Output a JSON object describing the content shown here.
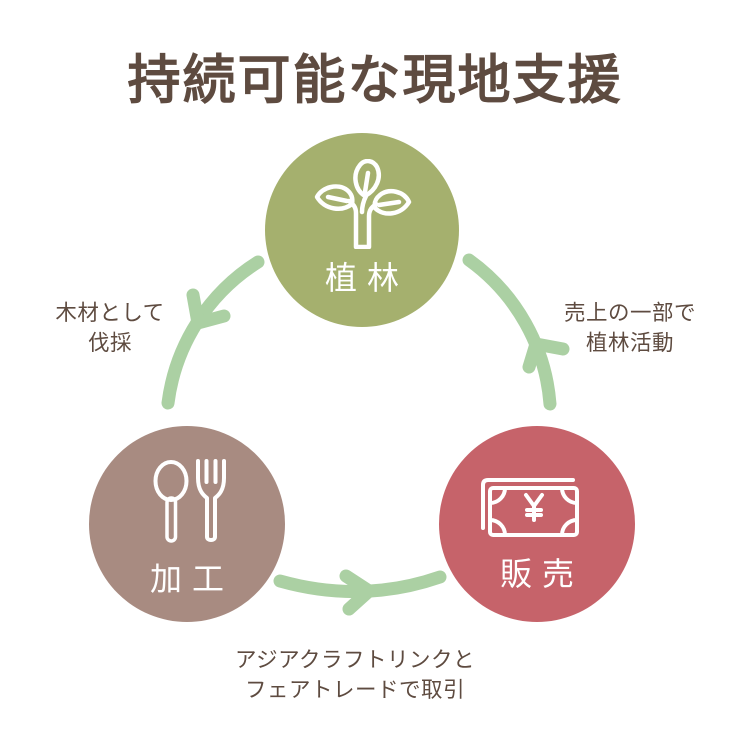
{
  "title": "持続可能な現地支援",
  "cycle": {
    "nodes": [
      {
        "id": "planting",
        "label": "植林",
        "icon": "sprout-icon",
        "color": "#a5b06e"
      },
      {
        "id": "processing",
        "label": "加工",
        "icon": "cutlery-icon",
        "color": "#a88b81"
      },
      {
        "id": "sales",
        "label": "販売",
        "icon": "banknote-icon",
        "color": "#c6636a",
        "currency_symbol": "¥"
      }
    ],
    "arrows": [
      {
        "from": "planting",
        "to": "processing",
        "caption_line1": "木材として",
        "caption_line2": "伐採"
      },
      {
        "from": "processing",
        "to": "sales",
        "caption_line1": "アジアクラフトリンクと",
        "caption_line2": "フェアトレードで取引"
      },
      {
        "from": "sales",
        "to": "planting",
        "caption_line1": "売上の一部で",
        "caption_line2": "植林活動"
      }
    ],
    "arrow_color": "#abd0a3"
  },
  "colors": {
    "background": "#ffffff",
    "text": "#5e4b40",
    "node_label": "#ffffff",
    "icon_stroke": "#ffffff"
  }
}
